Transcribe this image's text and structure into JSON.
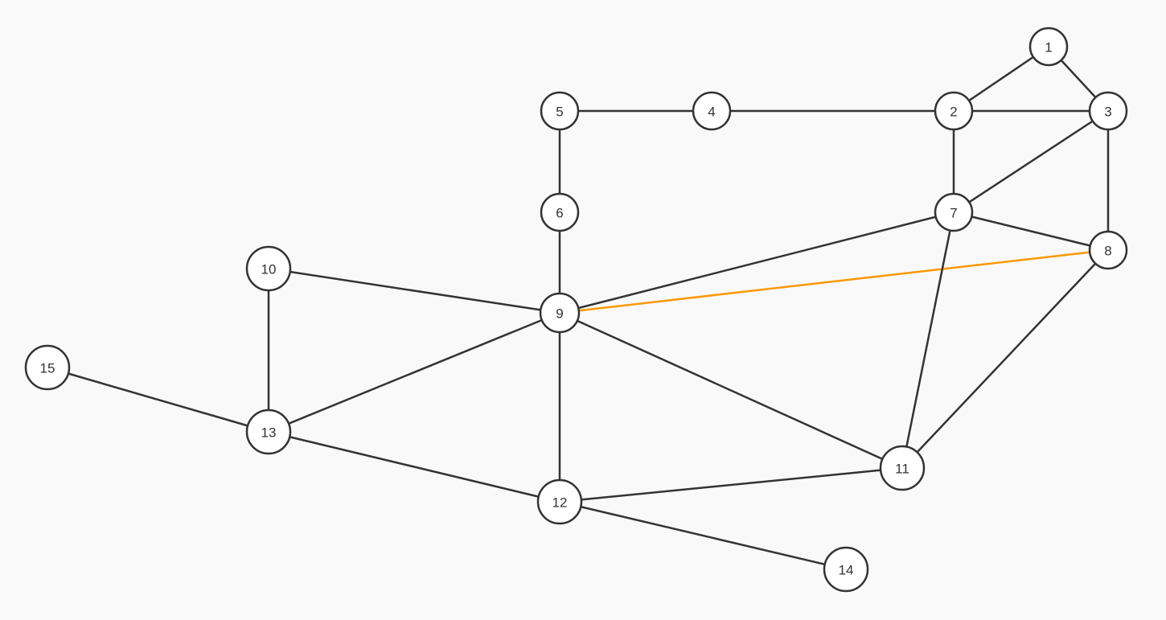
{
  "graph": {
    "edge_color": "#333333",
    "highlight_color": "#ff9800",
    "nodes": [
      {
        "id": "1",
        "label": "1"
      },
      {
        "id": "2",
        "label": "2"
      },
      {
        "id": "3",
        "label": "3"
      },
      {
        "id": "4",
        "label": "4"
      },
      {
        "id": "5",
        "label": "5"
      },
      {
        "id": "6",
        "label": "6"
      },
      {
        "id": "7",
        "label": "7"
      },
      {
        "id": "8",
        "label": "8"
      },
      {
        "id": "9",
        "label": "9"
      },
      {
        "id": "10",
        "label": "10"
      },
      {
        "id": "11",
        "label": "11"
      },
      {
        "id": "12",
        "label": "12"
      },
      {
        "id": "13",
        "label": "13"
      },
      {
        "id": "14",
        "label": "14"
      },
      {
        "id": "15",
        "label": "15"
      }
    ],
    "edges": [
      {
        "from": "1",
        "to": "2"
      },
      {
        "from": "1",
        "to": "3"
      },
      {
        "from": "2",
        "to": "3"
      },
      {
        "from": "4",
        "to": "2"
      },
      {
        "from": "5",
        "to": "4"
      },
      {
        "from": "5",
        "to": "6"
      },
      {
        "from": "6",
        "to": "9"
      },
      {
        "from": "2",
        "to": "7"
      },
      {
        "from": "3",
        "to": "7"
      },
      {
        "from": "3",
        "to": "8"
      },
      {
        "from": "7",
        "to": "8"
      },
      {
        "from": "7",
        "to": "9"
      },
      {
        "from": "9",
        "to": "8",
        "highlighted": true
      },
      {
        "from": "7",
        "to": "11"
      },
      {
        "from": "8",
        "to": "11"
      },
      {
        "from": "10",
        "to": "9"
      },
      {
        "from": "10",
        "to": "13"
      },
      {
        "from": "9",
        "to": "13"
      },
      {
        "from": "9",
        "to": "12"
      },
      {
        "from": "9",
        "to": "11"
      },
      {
        "from": "12",
        "to": "11"
      },
      {
        "from": "13",
        "to": "12"
      },
      {
        "from": "12",
        "to": "14"
      },
      {
        "from": "15",
        "to": "13"
      }
    ]
  }
}
